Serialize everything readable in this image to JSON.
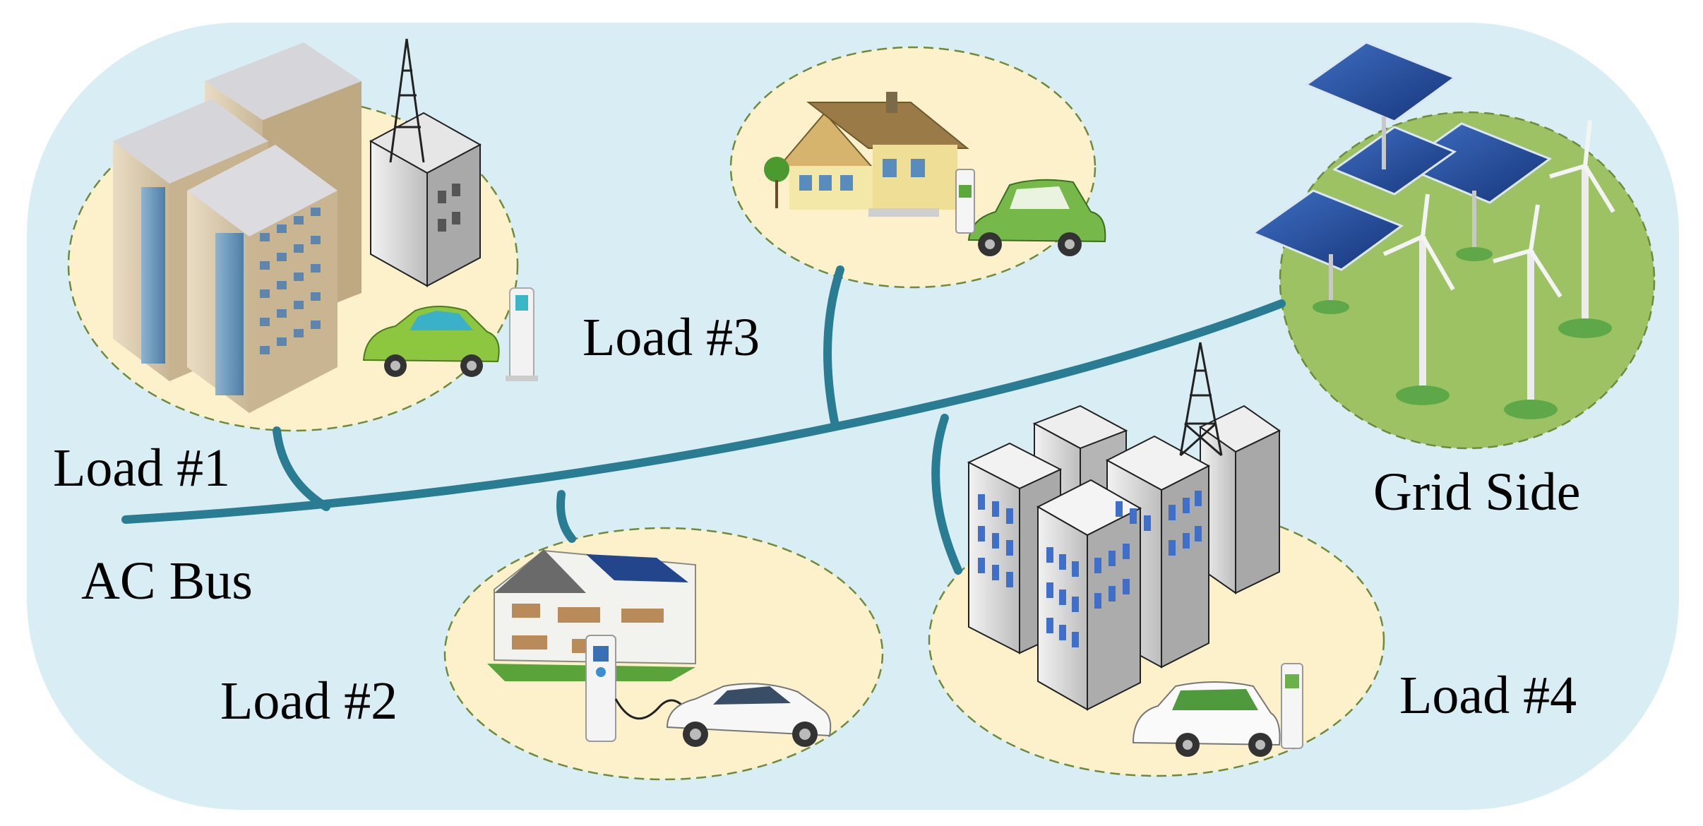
{
  "labels": {
    "load1": "Load #1",
    "load2": "Load #2",
    "load3": "Load #3",
    "load4": "Load #4",
    "grid": "Grid Side",
    "bus": "AC Bus"
  },
  "colors": {
    "background": "#d9eef4",
    "zone_fill": "#fdf1cc",
    "zone_border": "#6f8a3c",
    "grid_zone_fill": "#9cc264",
    "bus_line": "#2a7c92",
    "text": "#000000"
  },
  "icons": [
    "office-building-icon",
    "telecom-tower-icon",
    "electric-car-icon",
    "charging-station-icon",
    "house-icon",
    "solar-panel-icon",
    "wind-turbine-icon"
  ]
}
